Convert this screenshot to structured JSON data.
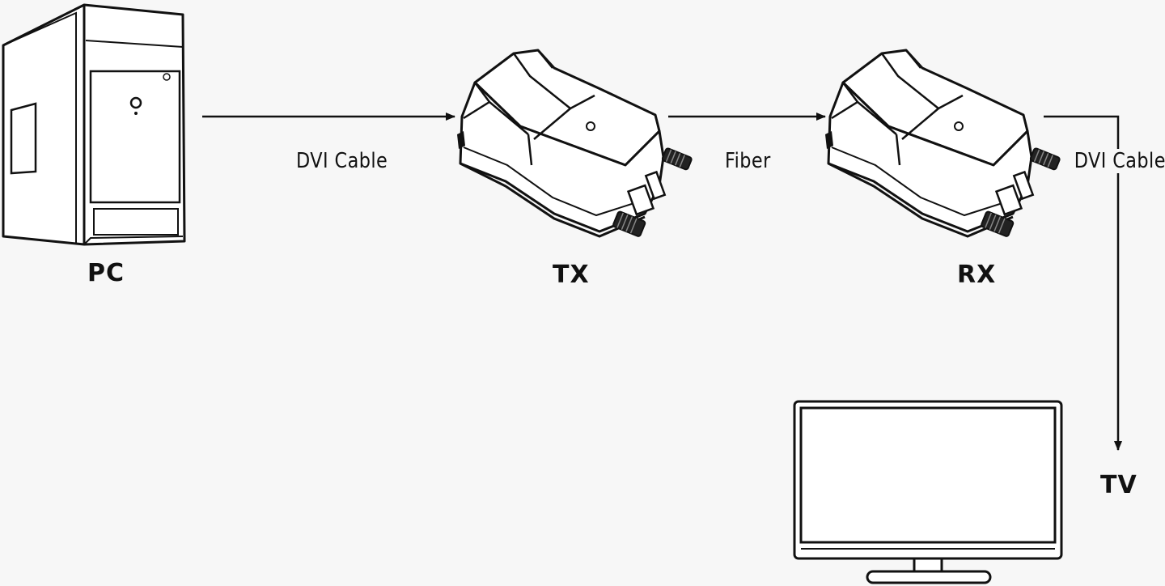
{
  "devices": {
    "pc": "PC",
    "tx": "TX",
    "rx": "RX",
    "tv": "TV"
  },
  "connections": {
    "pc_to_tx": "DVI Cable",
    "tx_to_rx": "Fiber",
    "rx_to_tv": "DVI Cable"
  }
}
